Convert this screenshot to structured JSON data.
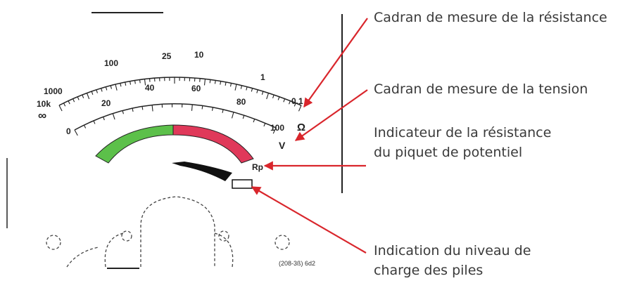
{
  "meter": {
    "resistance_scale_labels": [
      "1000",
      "100",
      "25",
      "10",
      "1",
      "0.1"
    ],
    "resistance_low_labels": [
      "10k",
      "∞"
    ],
    "voltage_scale_labels": [
      "0",
      "20",
      "40",
      "60",
      "80",
      "100"
    ],
    "ohm_symbol": "Ω",
    "volt_symbol": "V",
    "rp_label": "Rp",
    "model_code": "(208-3ß) 6d2",
    "colors": {
      "green_zone": "#5cc04a",
      "red_zone": "#e0395a",
      "needle_wedge": "#111111",
      "arrow": "#d9262c"
    }
  },
  "callouts": {
    "resistance_dial": "Cadran de mesure de la résistance",
    "voltage_dial": "Cadran de mesure de la tension",
    "rp_indicator_line1": "Indicateur de la résistance",
    "rp_indicator_line2": "du piquet de potentiel",
    "battery_line1": "Indication du niveau de",
    "battery_line2": "charge des piles"
  }
}
